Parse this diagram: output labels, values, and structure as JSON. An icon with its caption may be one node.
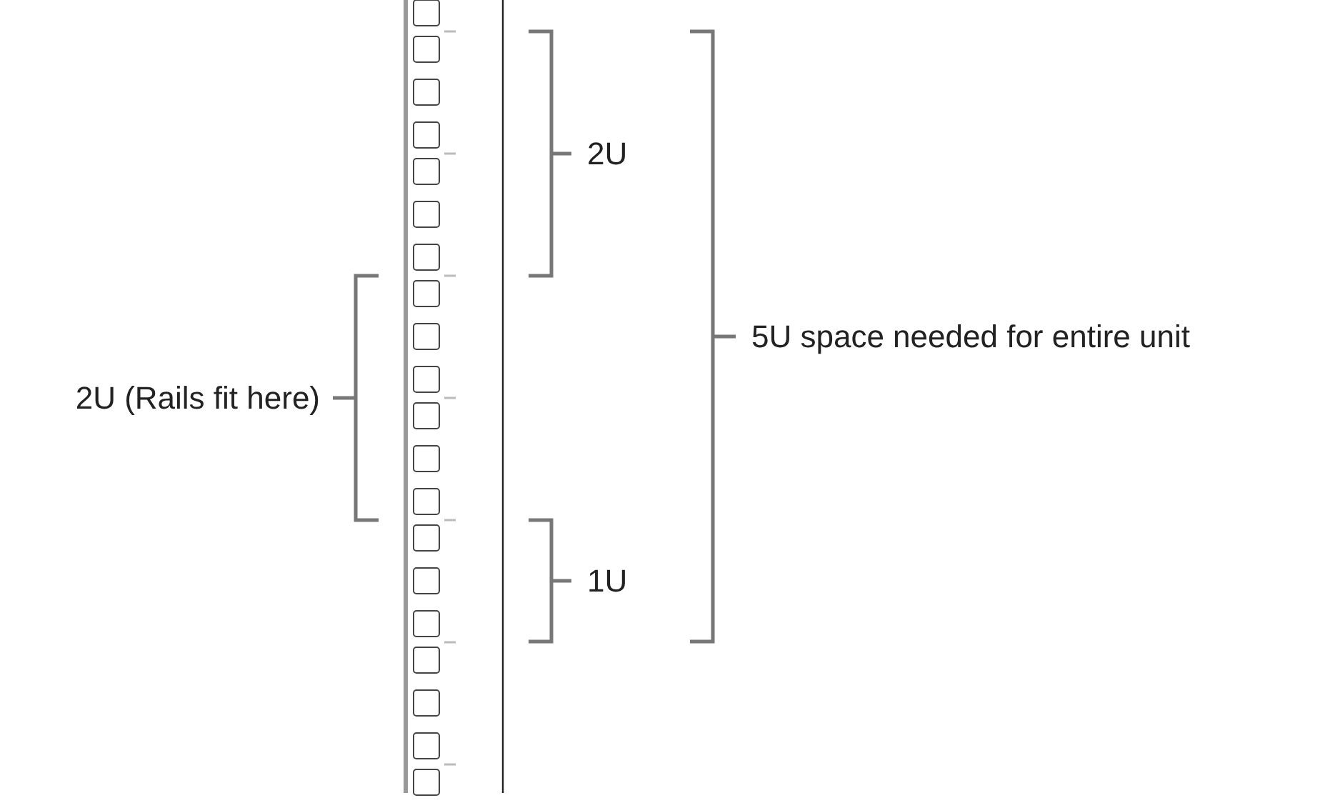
{
  "diagram": {
    "labels": [
      "2U",
      "5U space needed for entire unit",
      "2U (Rails fit here)",
      "1U"
    ]
  }
}
